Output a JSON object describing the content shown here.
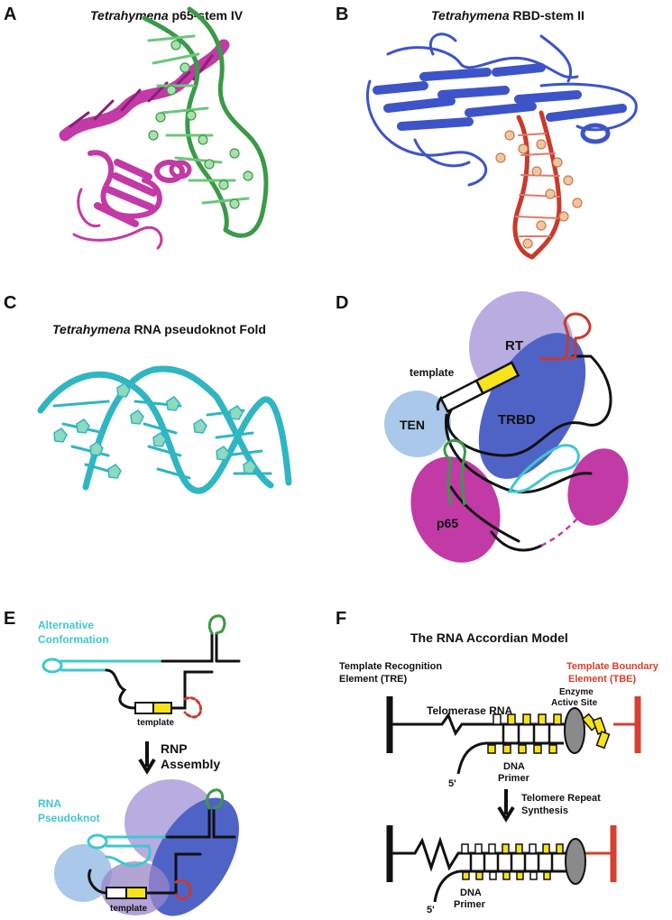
{
  "panels": {
    "a": {
      "letter": "A",
      "title_italic": "Tetrahymena",
      "title_rest": " p65-stem IV"
    },
    "b": {
      "letter": "B",
      "title_italic": "Tetrahymena",
      "title_rest": " RBD-stem II"
    },
    "c": {
      "letter": "C",
      "title_italic": "Tetrahymena",
      "title_rest": " RNA pseudoknot Fold"
    },
    "d": {
      "letter": "D",
      "rt": "RT",
      "template": "template",
      "ten": "TEN",
      "trbd": "TRBD",
      "p65": "p65"
    },
    "e": {
      "letter": "E",
      "alt_line1": "Alternative",
      "alt_line2": "Conformation",
      "template_top": "template",
      "rnp_line1": "RNP",
      "rnp_line2": "Assembly",
      "pk_line1": "RNA",
      "pk_line2": "Pseudoknot",
      "template_bottom": "template"
    },
    "f": {
      "letter": "F",
      "title": "The RNA Accordian Model",
      "tre_line1": "Template Recognition",
      "tre_line2": "Element (TRE)",
      "tbe_line1": "Template Boundary",
      "tbe_line2": "Element (TBE)",
      "telomerase_rna": "Telomerase RNA",
      "enzyme_line1": "Enzyme",
      "enzyme_line2": "Active Site",
      "dna_line1": "DNA",
      "dna_line2": "Primer",
      "five_prime_top": "5'",
      "repeat_line1": "Telomere Repeat",
      "repeat_line2": "Synthesis",
      "dna2_line1": "DNA",
      "dna2_line2": "Primer",
      "five_prime_bottom": "5'"
    }
  },
  "colors": {
    "magenta": "#c23aa6",
    "green": "#3a9a48",
    "blue": "#3d54c8",
    "red": "#c93a2c",
    "cyan": "#3ec8d0",
    "lavender": "#b9ace0",
    "lightblue": "#a9c8ea",
    "yellow": "#f6e31a",
    "telomere_red": "#d5402f"
  }
}
